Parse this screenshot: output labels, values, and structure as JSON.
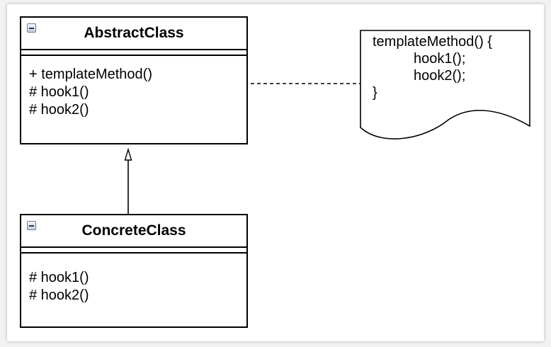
{
  "abstract_class": {
    "name": "AbstractClass",
    "methods": [
      "+ templateMethod()",
      "# hook1()",
      "# hook2()"
    ]
  },
  "concrete_class": {
    "name": "ConcreteClass",
    "methods": [
      "# hook1()",
      "# hook2()"
    ]
  },
  "note": {
    "lines": [
      "templateMethod() {",
      "hook1();",
      "hook2();",
      "}"
    ]
  },
  "icons": {
    "collapse": "collapse-toggle-icon"
  },
  "colors": {
    "line": "#000000",
    "background": "#ffffff"
  }
}
